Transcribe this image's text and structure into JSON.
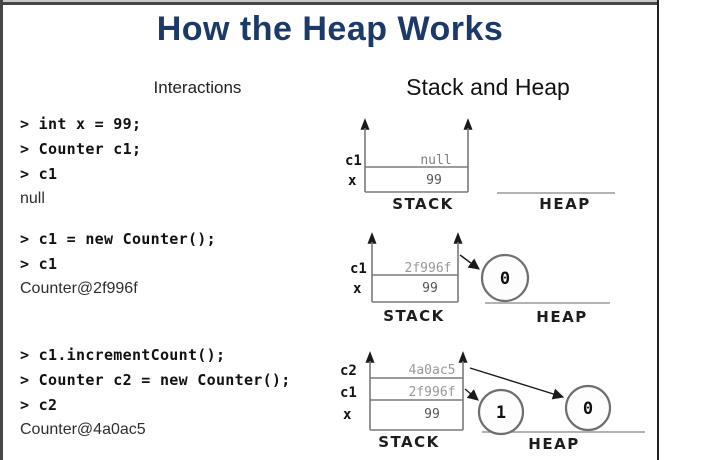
{
  "slide": {
    "title": "How the Heap Works",
    "left_header": "Interactions",
    "right_header": "Stack and Heap"
  },
  "interactions": {
    "block1": {
      "lines": [
        "> int x = 99;",
        "> Counter c1;",
        "> c1"
      ],
      "output": "null"
    },
    "block2": {
      "lines": [
        "> c1 = new Counter();",
        "> c1"
      ],
      "output": "Counter@2f996f"
    },
    "block3": {
      "lines": [
        "> c1.incrementCount();",
        "> Counter c2 = new Counter();",
        "> c2"
      ],
      "output": "Counter@4a0ac5"
    }
  },
  "diagrams": {
    "stack_label": "STACK",
    "heap_label": "HEAP",
    "d1": {
      "rows": [
        {
          "name": "c1",
          "value": "null"
        },
        {
          "name": "x",
          "value": "99"
        }
      ]
    },
    "d2": {
      "rows": [
        {
          "name": "c1",
          "value": "2f996f"
        },
        {
          "name": "x",
          "value": "99"
        }
      ],
      "objects": [
        {
          "count": "0"
        }
      ]
    },
    "d3": {
      "rows": [
        {
          "name": "c2",
          "value": "4a0ac5"
        },
        {
          "name": "c1",
          "value": "2f996f"
        },
        {
          "name": "x",
          "value": "99"
        }
      ],
      "objects": [
        {
          "count": "1"
        },
        {
          "count": "0"
        }
      ]
    }
  },
  "colors": {
    "title": "#1b3a6a",
    "frame": "#474747",
    "value_gray": "#999999"
  }
}
